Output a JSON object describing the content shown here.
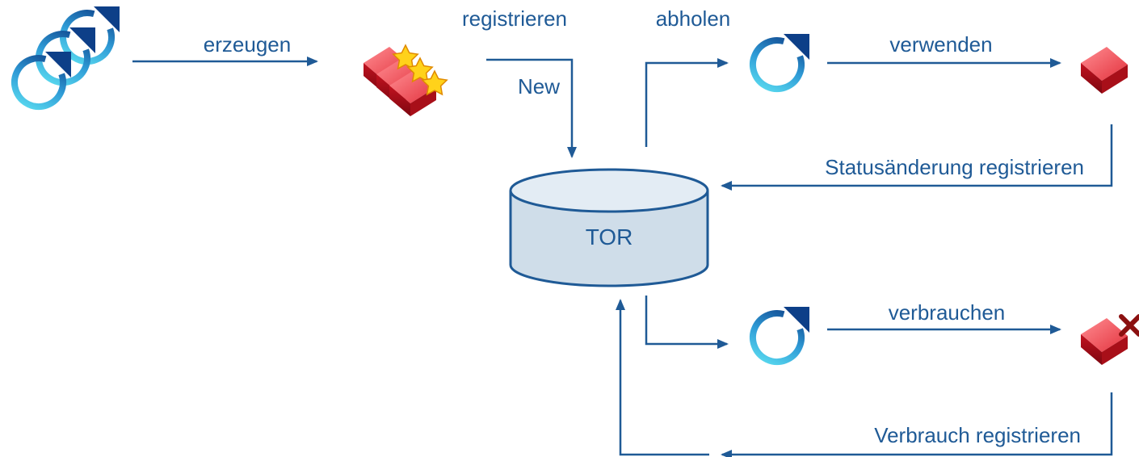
{
  "labels": {
    "create": "erzeugen",
    "register": "registrieren",
    "new_status": "New",
    "fetch": "abholen",
    "use": "verwenden",
    "status_change": "Statusänderung registrieren",
    "database": "TOR",
    "consume": "verbrauchen",
    "consumption_registered": "Verbrauch registrieren"
  },
  "colors": {
    "arrow": "#1f5a96",
    "text": "#1f5a96",
    "db_fill": "#cfdde9",
    "db_stroke": "#1f5a96",
    "token_red": "#d81e2a",
    "star": "#ffd21a",
    "cross": "#8b1010"
  },
  "icons": {
    "processes": "multi-refresh-icon",
    "tokens": "token-stack-with-stars-icon",
    "process": "refresh-icon",
    "token": "red-token-icon",
    "consumed_token": "crossed-token-icon"
  }
}
